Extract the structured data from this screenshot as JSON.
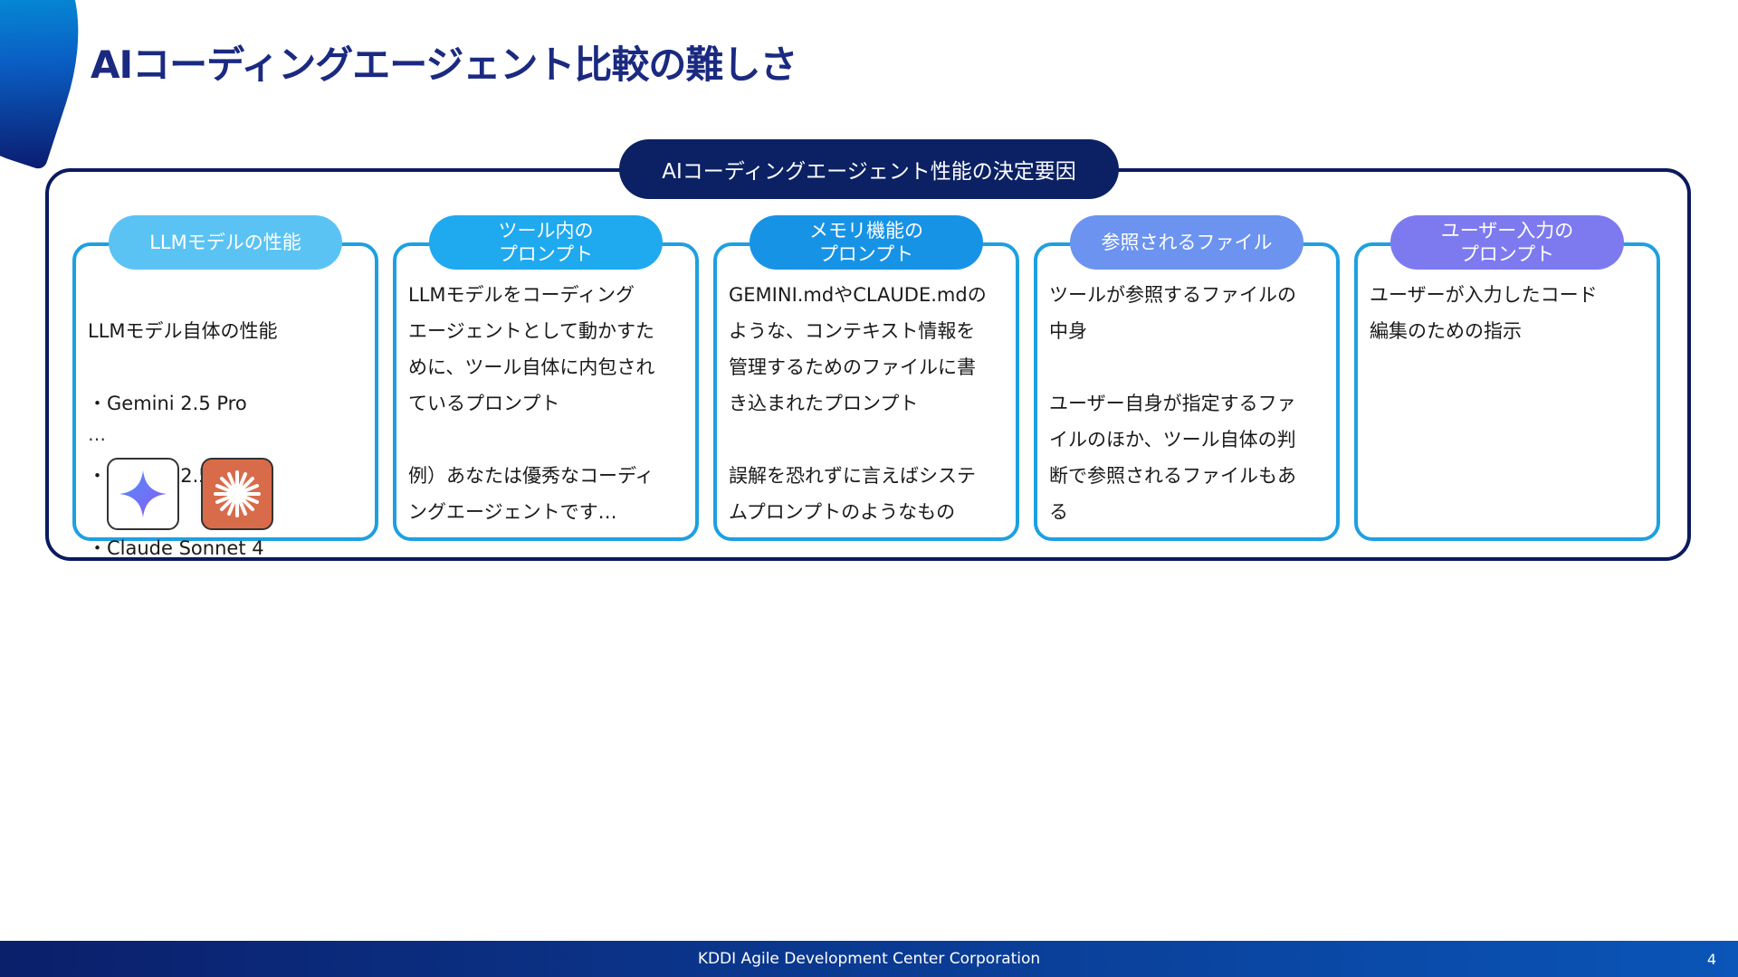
{
  "title": "AIコーディングエージェント比較の難しさ",
  "diagram": {
    "header": "AIコーディングエージェント性能の決定要因",
    "cards": [
      {
        "label": "LLMモデルの性能",
        "body_intro": "LLMモデル自体の性能",
        "models": [
          "・Gemini 2.5 Pro",
          "・Gemini 2.5 Flash",
          "・Claude Sonnet 4"
        ],
        "ellipsis": "…",
        "icons": [
          "gemini-icon",
          "claude-icon"
        ]
      },
      {
        "label": "ツール内の\nプロンプト",
        "body": "LLMモデルをコーディング\nエージェントとして動かすた\nめに、ツール自体に内包され\nているプロンプト\n\n例）あなたは優秀なコーディ\nングエージェントです…"
      },
      {
        "label": "メモリ機能の\nプロンプト",
        "body": "GEMINI.mdやCLAUDE.mdの\nような、コンテキスト情報を\n管理するためのファイルに書\nき込まれたプロンプト\n\n誤解を恐れずに言えばシステ\nムプロンプトのようなもの"
      },
      {
        "label": "参照されるファイル",
        "body": "ツールが参照するファイルの\n中身\n\nユーザー自身が指定するファ\nイルのほか、ツール自体の判\n断で参照されるファイルもあ\nる"
      },
      {
        "label": "ユーザー入力の\nプロンプト",
        "body": "ユーザーが入力したコード\n編集のための指示"
      }
    ]
  },
  "footer": {
    "company": "KDDI Agile Development Center Corporation",
    "page": "4"
  },
  "colors": {
    "title": "#1b2a80",
    "header_bg": "#0b2163",
    "card_border": "#1ea0e0",
    "pill_1": "#5bc3f3",
    "pill_2": "#1fa9ef",
    "pill_3": "#1793e6",
    "pill_4": "#6b93ef",
    "pill_5": "#7d7af0"
  }
}
